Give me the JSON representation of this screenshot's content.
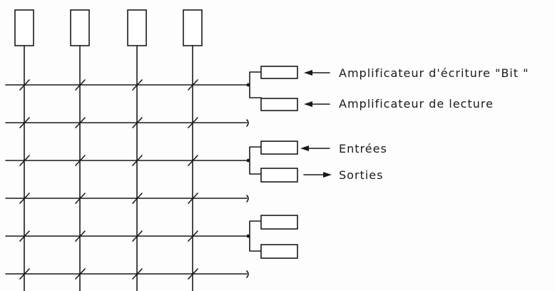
{
  "labels": {
    "write_amplifier": "Amplificateur d'écriture \"Bit \"",
    "read_amplifier": "Amplificateur de lecture",
    "inputs": "Entrées",
    "outputs": "Sorties"
  }
}
